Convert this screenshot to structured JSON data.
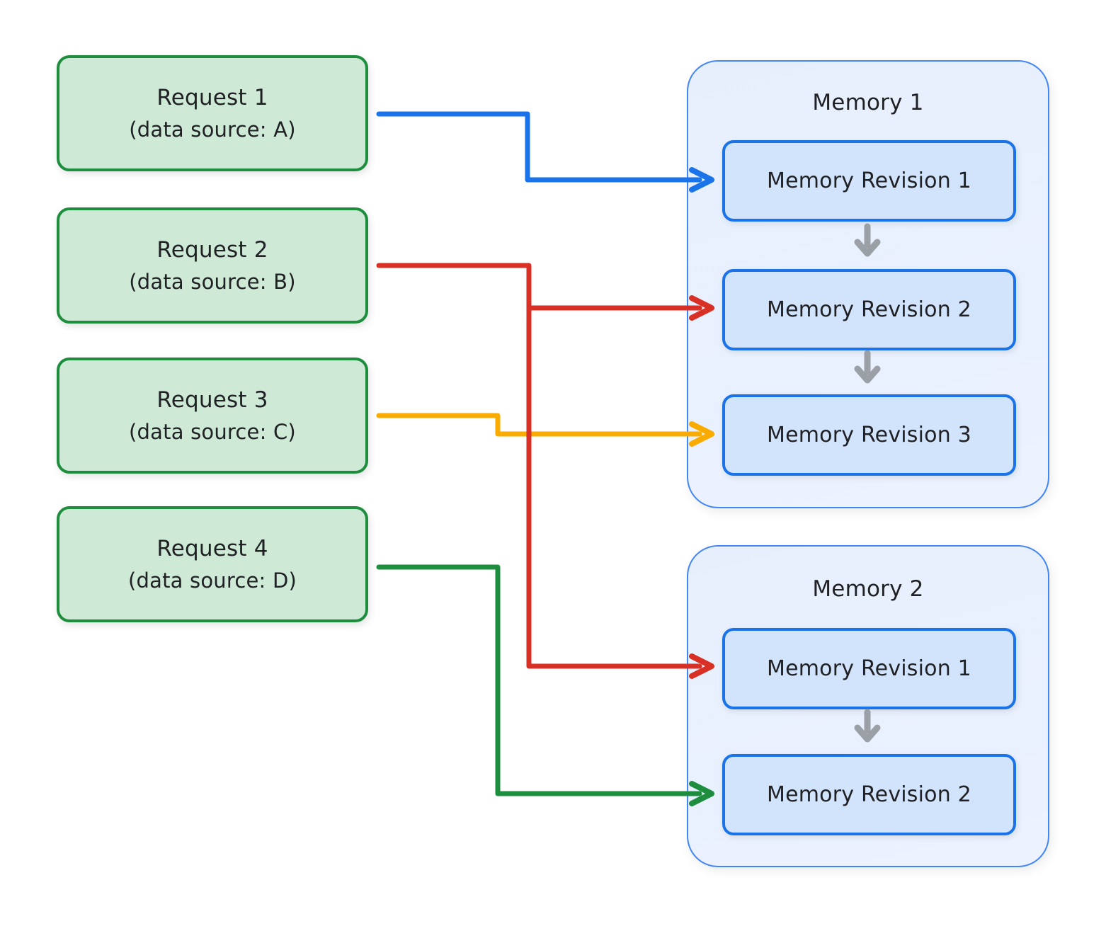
{
  "colors": {
    "request_border": "#1e8e3e",
    "request_fill": "#ceead6",
    "memory_container_border": "#4285f4",
    "memory_container_fill": "#e9f0fd",
    "revision_border": "#1a73e8",
    "revision_fill": "#d2e3fc",
    "arrow_blue": "#1a73e8",
    "arrow_red": "#d93025",
    "arrow_yellow": "#f9ab00",
    "arrow_green": "#1e8e3e",
    "arrow_gray": "#9aa0a6",
    "text": "#202124"
  },
  "requests": [
    {
      "label": "Request 1",
      "sublabel": "(data source: A)"
    },
    {
      "label": "Request 2",
      "sublabel": "(data source: B)"
    },
    {
      "label": "Request 3",
      "sublabel": "(data source: C)"
    },
    {
      "label": "Request 4",
      "sublabel": "(data source: D)"
    }
  ],
  "memories": [
    {
      "title": "Memory 1",
      "revisions": [
        "Memory Revision 1",
        "Memory Revision 2",
        "Memory Revision 3"
      ]
    },
    {
      "title": "Memory 2",
      "revisions": [
        "Memory Revision 1",
        "Memory Revision 2"
      ]
    }
  ],
  "edges": [
    {
      "from": "Request 1",
      "to": "Memory 1 / Memory Revision 1",
      "color": "#1a73e8"
    },
    {
      "from": "Request 2",
      "to": "Memory 1 / Memory Revision 2",
      "color": "#d93025"
    },
    {
      "from": "Request 2",
      "to": "Memory 2 / Memory Revision 1",
      "color": "#d93025"
    },
    {
      "from": "Request 3",
      "to": "Memory 1 / Memory Revision 3",
      "color": "#f9ab00"
    },
    {
      "from": "Request 4",
      "to": "Memory 2 / Memory Revision 2",
      "color": "#1e8e3e"
    }
  ]
}
